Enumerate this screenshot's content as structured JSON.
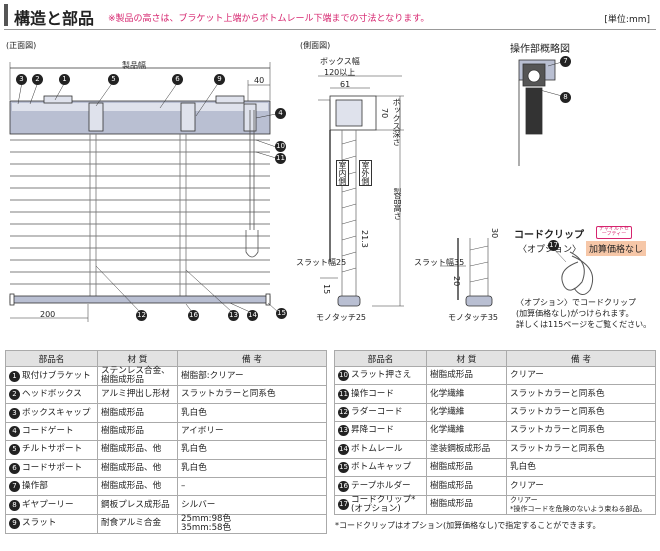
{
  "header": {
    "title": "構造と部品",
    "note": "※製品の高さは、ブラケット上端からボトムレール下端までの寸法となります。",
    "unit": "[単位:mm]"
  },
  "front": {
    "label": "(正面図)",
    "width_label": "製品幅",
    "dim_40": "40",
    "dim_200": "200",
    "callouts": [
      "3",
      "2",
      "1",
      "5",
      "6",
      "9",
      "4",
      "10",
      "11",
      "12",
      "16",
      "13",
      "14",
      "15"
    ]
  },
  "side": {
    "label": "(側面図)",
    "box_width": "ボックス幅",
    "box_width_val": "120以上",
    "dim_61": "61",
    "dim_70": "70",
    "box_depth": "ボックス深さ",
    "indoor": "室内側",
    "outdoor": "室外側",
    "dim_213": "21.3",
    "height": "製品高さ",
    "slat25": "スラット幅25",
    "dim_15": "15",
    "mono25": "モノタッチ25",
    "slat35": "スラット幅35",
    "dim_30": "30",
    "dim_20": "20",
    "mono35": "モノタッチ35"
  },
  "op": {
    "label": "操作部概略図",
    "callouts": [
      "7",
      "8"
    ]
  },
  "cord_clip": {
    "title": "コードクリップ",
    "child_safety": "チャイルドセーフティー",
    "option": "〈オプション〉",
    "extra": "加算価格なし",
    "callout": "17",
    "note_lines": [
      "〈オプション〉でコードクリップ",
      "(加算価格なし)がつけられます。",
      "詳しくは115ページをご覧ください。"
    ]
  },
  "table_headers": {
    "name": "部品名",
    "material": "材 質",
    "remarks": "備 考"
  },
  "left_table": [
    {
      "no": "1",
      "name": "取付けブラケット",
      "material": "ステンレス合金、樹脂成形品",
      "remarks": "樹脂部:クリアー"
    },
    {
      "no": "2",
      "name": "ヘッドボックス",
      "material": "アルミ押出し形材",
      "remarks": "スラットカラーと同系色"
    },
    {
      "no": "3",
      "name": "ボックスキャップ",
      "material": "樹脂成形品",
      "remarks": "乳白色"
    },
    {
      "no": "4",
      "name": "コードゲート",
      "material": "樹脂成形品",
      "remarks": "アイボリー"
    },
    {
      "no": "5",
      "name": "チルトサポート",
      "material": "樹脂成形品、他",
      "remarks": "乳白色"
    },
    {
      "no": "6",
      "name": "コードサポート",
      "material": "樹脂成形品、他",
      "remarks": "乳白色"
    },
    {
      "no": "7",
      "name": "操作部",
      "material": "樹脂成形品、他",
      "remarks": "–"
    },
    {
      "no": "8",
      "name": "ギヤプーリー",
      "material": "鋼板プレス成形品",
      "remarks": "シルバー"
    },
    {
      "no": "9",
      "name": "スラット",
      "material": "耐食アルミ合金",
      "remarks": "25mm:98色\n35mm:58色"
    }
  ],
  "right_table": [
    {
      "no": "10",
      "name": "スラット押さえ",
      "material": "樹脂成形品",
      "remarks": "クリアー"
    },
    {
      "no": "11",
      "name": "操作コード",
      "material": "化学繊維",
      "remarks": "スラットカラーと同系色"
    },
    {
      "no": "12",
      "name": "ラダーコード",
      "material": "化学繊維",
      "remarks": "スラットカラーと同系色"
    },
    {
      "no": "13",
      "name": "昇降コード",
      "material": "化学繊維",
      "remarks": "スラットカラーと同系色"
    },
    {
      "no": "14",
      "name": "ボトムレール",
      "material": "塗装鋼板成形品",
      "remarks": "スラットカラーと同系色"
    },
    {
      "no": "15",
      "name": "ボトムキャップ",
      "material": "樹脂成形品",
      "remarks": "乳白色"
    },
    {
      "no": "16",
      "name": "テープホルダー",
      "material": "樹脂成形品",
      "remarks": "クリアー"
    },
    {
      "no": "17",
      "name": "コードクリップ*\n(オプション)",
      "material": "樹脂成形品",
      "remarks": "クリアー\n*操作コードを危険のないよう束ねる部品。"
    }
  ],
  "footnote": "*コードクリップはオプション(加算価格なし)で指定することができます。",
  "colors": {
    "accent": "#d6246e",
    "header_bg": "#e2e2e2",
    "rail": "#b9bfd2"
  }
}
